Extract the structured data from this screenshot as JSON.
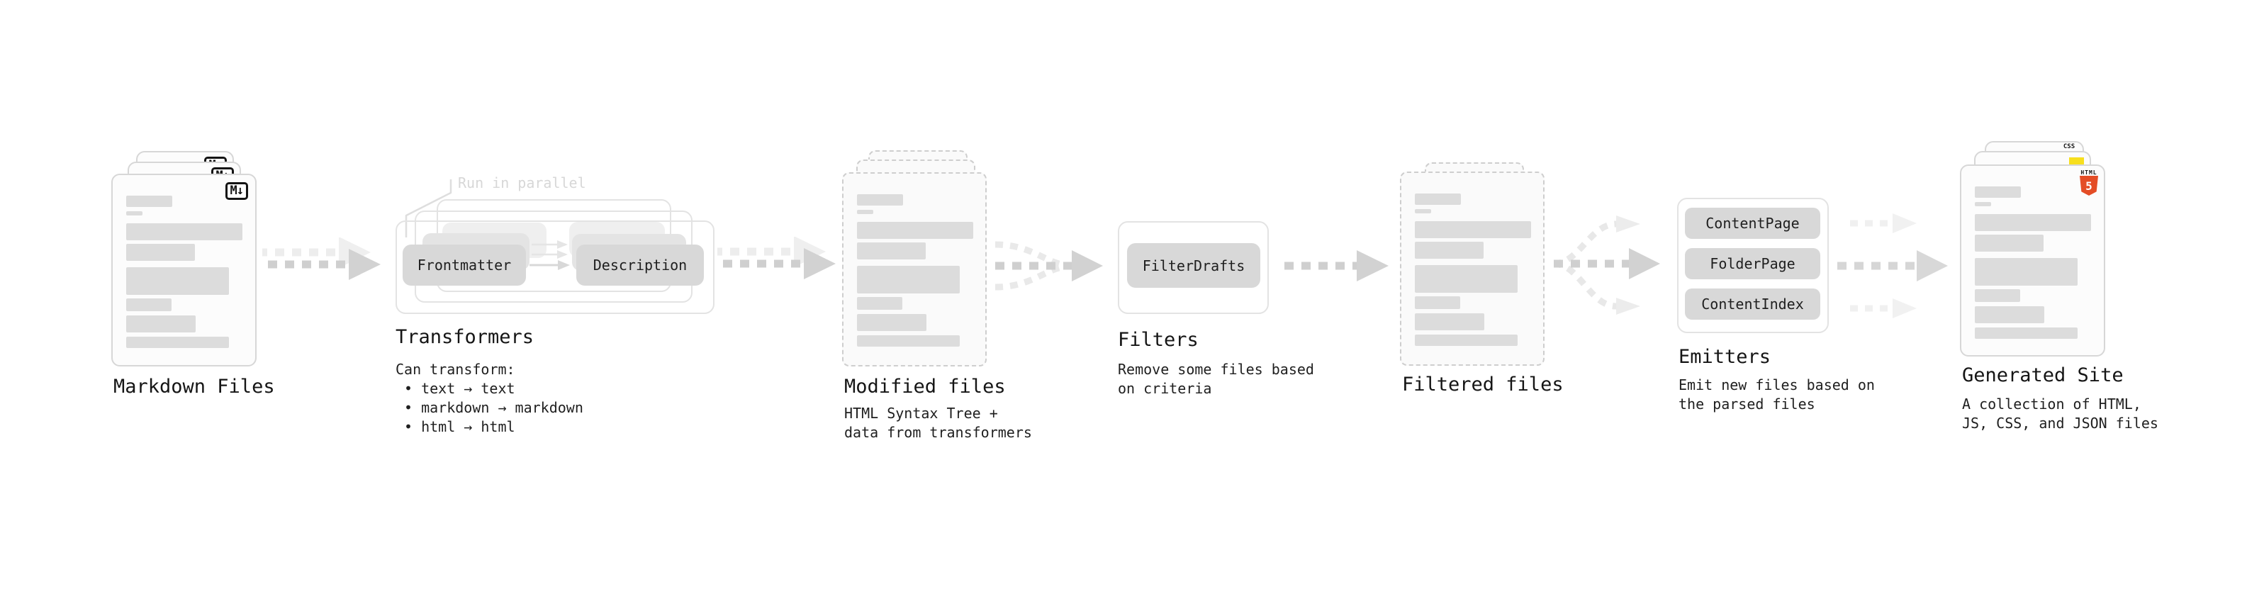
{
  "stages": {
    "markdown_files": {
      "label": "Markdown Files",
      "file_icon": "M↓"
    },
    "transformers": {
      "label": "Transformers",
      "annotation": "Run in parallel",
      "input_pill": "Frontmatter",
      "output_pill": "Description",
      "caption_title": "Can transform:",
      "bullets": [
        "• text → text",
        "• markdown → markdown",
        "• html → html"
      ]
    },
    "modified_files": {
      "label": "Modified files",
      "caption_line1": "HTML Syntax Tree +",
      "caption_line2": "data from transformers"
    },
    "filters": {
      "label": "Filters",
      "pill": "FilterDrafts",
      "caption_line1": "Remove some files based",
      "caption_line2": "on criteria"
    },
    "filtered_files": {
      "label": "Filtered files"
    },
    "emitters": {
      "label": "Emitters",
      "pills": [
        "ContentPage",
        "FolderPage",
        "ContentIndex"
      ],
      "caption_line1": "Emit new files based on",
      "caption_line2": "the parsed files"
    },
    "generated_site": {
      "label": "Generated Site",
      "caption_line1": "A collection of HTML,",
      "caption_line2": "JS, CSS, and JSON files",
      "badges": {
        "css": "CSS",
        "html": "HTML",
        "html_number": "5"
      }
    }
  },
  "colors": {
    "accent_html": "#e44d26",
    "accent_css": "#2965f1",
    "accent_js": "#f7df1e",
    "pill_bg": "#d8d8d8",
    "doc_bar": "#dcdcdc",
    "dash_dark": "#cfcfcf",
    "dash_light": "#ededed",
    "text": "#1f1f1f",
    "muted_annotation": "#d7d7d7"
  }
}
